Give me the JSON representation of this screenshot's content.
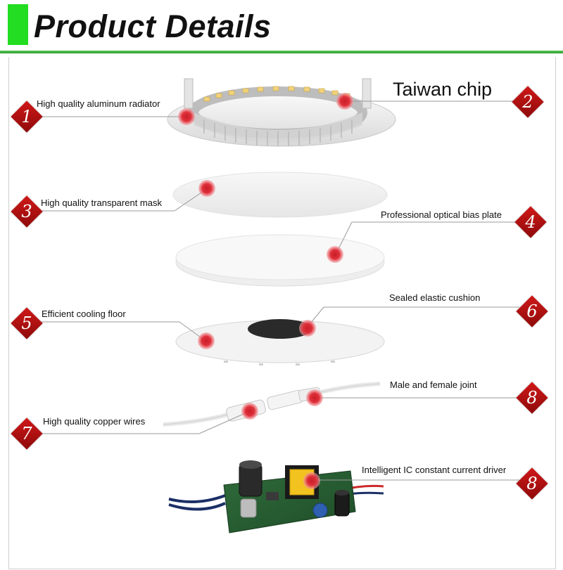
{
  "header": {
    "title": "Product Details"
  },
  "callouts": [
    {
      "num": "1",
      "label": "High quality aluminum radiator"
    },
    {
      "num": "2",
      "label": "Taiwan chip"
    },
    {
      "num": "3",
      "label": "High quality transparent mask"
    },
    {
      "num": "4",
      "label": "Professional optical bias plate"
    },
    {
      "num": "5",
      "label": "Efficient cooling floor"
    },
    {
      "num": "6",
      "label": "Sealed elastic cushion"
    },
    {
      "num": "7",
      "label": "High quality copper wires"
    },
    {
      "num": "8",
      "label": "Male and female joint"
    },
    {
      "num": "8",
      "label": "Intelligent IC constant current driver"
    }
  ],
  "colors": {
    "accent_green": "#22dd22",
    "rule_green": "#3aa63a",
    "badge_red": "#b81212",
    "marker_red": "#e0303a"
  }
}
